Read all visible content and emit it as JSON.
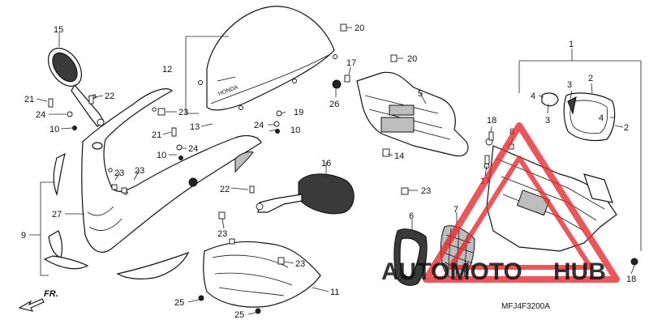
{
  "callouts": {
    "c1": "1",
    "c2a": "2",
    "c2b": "2",
    "c3a": "3",
    "c3b": "3",
    "c4a": "4",
    "c4b": "4",
    "c5": "5",
    "c6": "6",
    "c7": "7",
    "c8": "8",
    "c9": "9",
    "c10a": "10",
    "c10b": "10",
    "c10c": "10",
    "c11": "11",
    "c12": "12",
    "c13": "13",
    "c14": "14",
    "c15": "15",
    "c16": "16",
    "c17a": "17",
    "c17b": "17",
    "c18a": "18",
    "c18b": "18",
    "c19": "19",
    "c20a": "20",
    "c20b": "20",
    "c21a": "21",
    "c21b": "21",
    "c22a": "22",
    "c22b": "22",
    "c23a": "23",
    "c23b": "23",
    "c23c": "23",
    "c23d": "23",
    "c23e": "23",
    "c23f": "23",
    "c24a": "24",
    "c24b": "24",
    "c24c": "24",
    "c25a": "25",
    "c25b": "25",
    "c26": "26",
    "c27": "27"
  },
  "front_arrow_label": "FR.",
  "diagram_code": "MFJ4F3200A",
  "watermark": {
    "text_orange": "AUTOMOTO",
    "text_grey": "HUB",
    "color_red": "#e8262b",
    "color_orange": "#f5a623",
    "color_grey": "#9e9e9e"
  }
}
